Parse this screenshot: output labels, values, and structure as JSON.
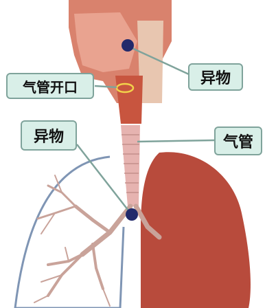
{
  "labels": {
    "foreign_body_top": "异物",
    "trachea_opening": "气管开口",
    "foreign_body_mid": "异物",
    "trachea": "气管"
  },
  "colors": {
    "tissue_red": "#c8553f",
    "trachea_pink": "#e6b3b0",
    "lung_red": "#b84b3c",
    "bronchi": "#c9a39a",
    "foreign_body": "#222a6b",
    "callout_fill": "#d9efe8",
    "callout_border": "#7fa39b",
    "opening_ring": "#f2d24b"
  }
}
